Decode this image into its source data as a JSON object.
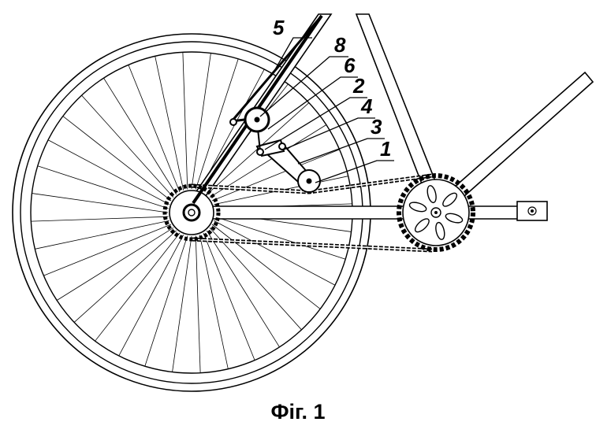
{
  "caption": "Фіг. 1",
  "callouts": [
    {
      "id": "label-5",
      "text": "5"
    },
    {
      "id": "label-8",
      "text": "8"
    },
    {
      "id": "label-6",
      "text": "6"
    },
    {
      "id": "label-2",
      "text": "2"
    },
    {
      "id": "label-4",
      "text": "4"
    },
    {
      "id": "label-3",
      "text": "3"
    },
    {
      "id": "label-1",
      "text": "1"
    }
  ],
  "colors": {
    "ink": "#000000",
    "paper": "#ffffff"
  }
}
